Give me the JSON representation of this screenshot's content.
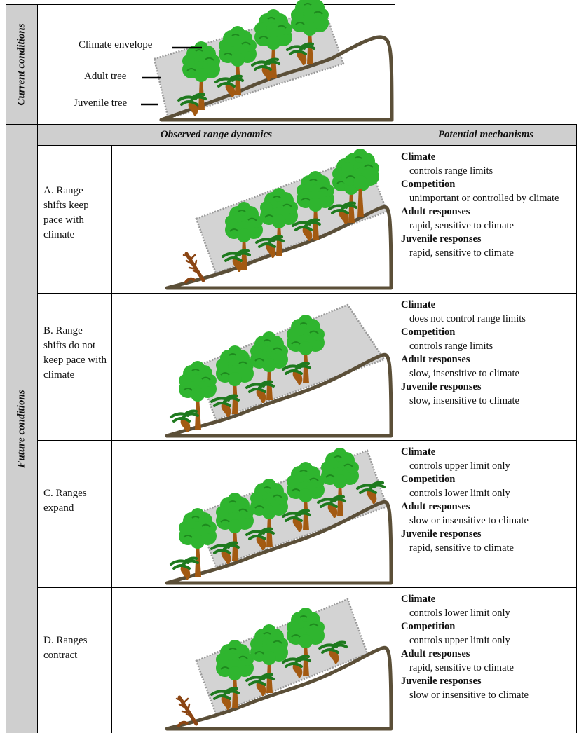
{
  "sections": {
    "current": "Current conditions",
    "future": "Future conditions"
  },
  "legend": {
    "climate_envelope": "Climate envelope",
    "adult_tree": "Adult tree",
    "juvenile_tree": "Juvenile tree"
  },
  "headers": {
    "observed": "Observed range dynamics",
    "mechanisms": "Potential mechanisms"
  },
  "rows": [
    {
      "label": "A. Range shifts keep pace with climate",
      "mechanisms": [
        {
          "title": "Climate",
          "detail": "controls range limits"
        },
        {
          "title": "Competition",
          "detail": "unimportant or controlled by climate"
        },
        {
          "title": "Adult responses",
          "detail": "rapid, sensitive to climate"
        },
        {
          "title": "Juvenile responses",
          "detail": "rapid, sensitive to climate"
        }
      ]
    },
    {
      "label": "B. Range shifts do not keep pace with climate",
      "mechanisms": [
        {
          "title": "Climate",
          "detail": "does not control range limits"
        },
        {
          "title": "Competition",
          "detail": "controls range limits"
        },
        {
          "title": "Adult responses",
          "detail": "slow, insensitive to climate"
        },
        {
          "title": "Juvenile responses",
          "detail": "slow, insensitive to climate"
        }
      ]
    },
    {
      "label": "C. Ranges expand",
      "mechanisms": [
        {
          "title": "Climate",
          "detail": "controls upper limit only"
        },
        {
          "title": "Competition",
          "detail": "controls lower limit only"
        },
        {
          "title": "Adult responses",
          "detail": "slow or insensitive to climate"
        },
        {
          "title": "Juvenile responses",
          "detail": "rapid, sensitive to climate"
        }
      ]
    },
    {
      "label": "D. Ranges contract",
      "mechanisms": [
        {
          "title": "Climate",
          "detail": "controls lower limit only"
        },
        {
          "title": "Competition",
          "detail": "controls upper limit only"
        },
        {
          "title": "Adult responses",
          "detail": "rapid, sensitive to climate"
        },
        {
          "title": "Juvenile responses",
          "detail": "slow or insensitive to climate"
        }
      ]
    }
  ],
  "colors": {
    "slope": "#5b4f38",
    "envelope": "#d3d3d3",
    "canopy": "#2fb52f",
    "canopy_dark": "#1e8a1e",
    "trunk": "#a35a12",
    "juvenile": "#1e7a1e",
    "dead": "#8b4513",
    "section_bar": "#cfcfcf"
  }
}
